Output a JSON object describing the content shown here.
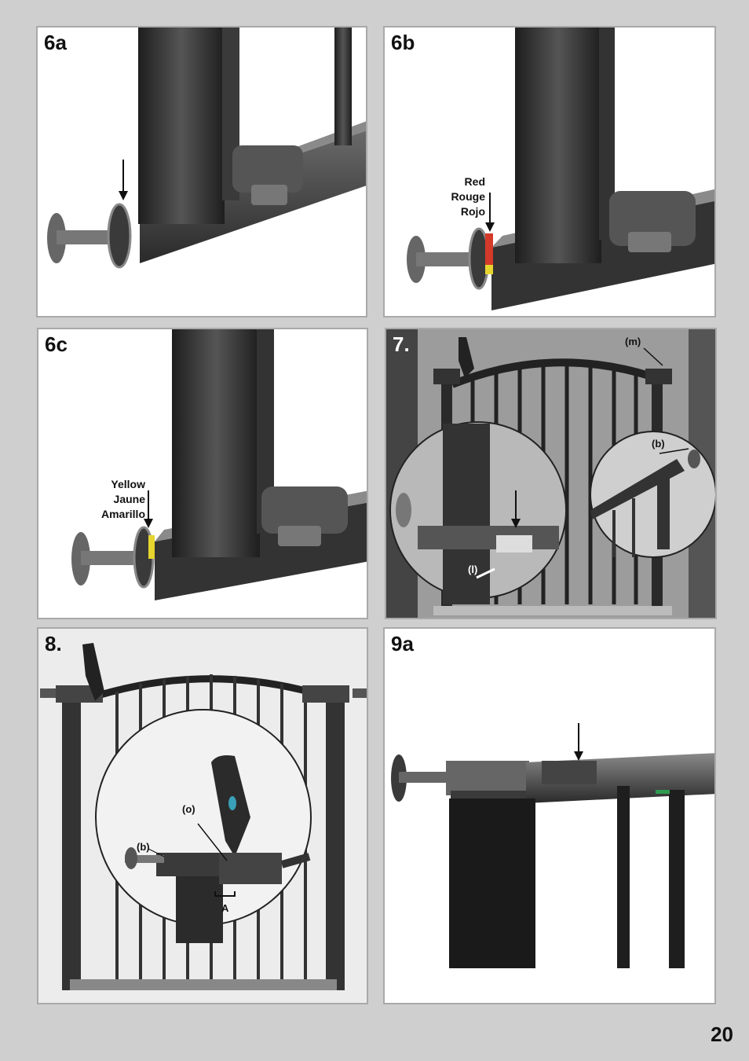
{
  "page_number": "20",
  "panels": {
    "p6a": {
      "step": "6a"
    },
    "p6b": {
      "step": "6b",
      "label_lines": [
        "Red",
        "Rouge",
        "Rojo"
      ]
    },
    "p6c": {
      "step": "6c",
      "label_lines": [
        "Yellow",
        "Jaune",
        "Amarillo"
      ]
    },
    "p7": {
      "step": "7.",
      "label_m": "(m)",
      "label_b": "(b)",
      "label_l": "(l)"
    },
    "p8": {
      "step": "8.",
      "label_o": "(o)",
      "label_b": "(b)",
      "label_a": "A"
    },
    "p9a": {
      "step": "9a"
    }
  },
  "colors": {
    "page_bg": "#cfcfcf",
    "panel_bg": "#ffffff",
    "gate_dark": "#2b2b2b",
    "gate_mid": "#4a4a4a",
    "metal": "#8a8a8a",
    "indicator_red": "#d33a2a",
    "indicator_yellow": "#e7d52f"
  },
  "icons": [
    "arrow-down-icon",
    "pressure-spindle-icon",
    "magnifier-circle-icon"
  ]
}
